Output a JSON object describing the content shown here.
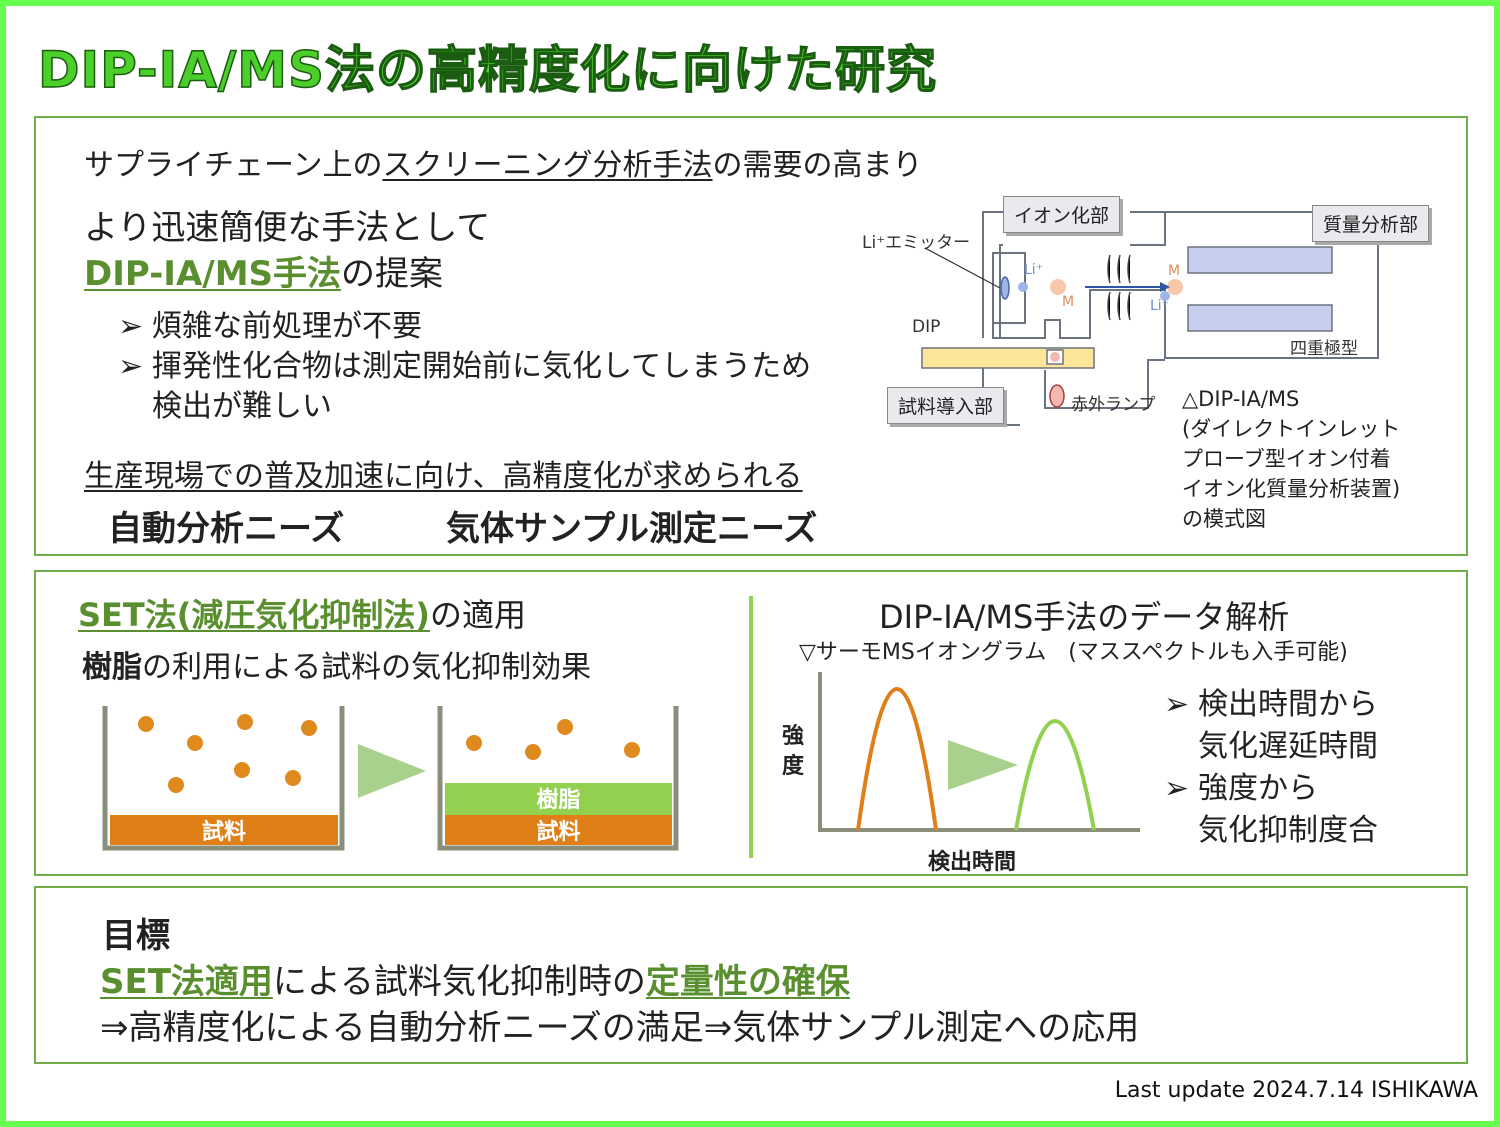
{
  "title": "DIP-IA/MS法の高精度化に向けた研究",
  "panel1": {
    "line1_pre": "サプライチェーン上の",
    "line1_ul": "スクリーニング分析手法",
    "line1_post": "の需要の高まり",
    "line2": "より迅速簡便な手法として",
    "line3_method": "DIP-IA/MS手法",
    "line3_post": "の提案",
    "bullet1": "煩雑な前処理が不要",
    "bullet2": "揮発性化合物は測定開始前に気化してしまうため",
    "bullet2_cont": "検出が難しい",
    "bullet_glyph": "➢",
    "line4": "生産現場での普及加速に向け、高精度化が求められる",
    "need1": "自動分析ニーズ",
    "need2": "気体サンプル測定ニーズ"
  },
  "diagram": {
    "tag_ion": "イオン化部",
    "tag_mass": "質量分析部",
    "tag_sample": "試料導入部",
    "emitter": "Li⁺エミッター",
    "dip": "DIP",
    "li_label": "Li⁺",
    "m_label": "M",
    "quad": "四重極型",
    "ir_lamp": "赤外ランプ",
    "caption": [
      "△DIP-IA/MS",
      "(ダイレクトインレット",
      "プローブ型イオン付着",
      "イオン化質量分析装置)",
      "の模式図"
    ]
  },
  "panel2": {
    "heading_method": "SET法(減圧気化抑制法)",
    "heading_post": "の適用",
    "sub_bold": "樹脂",
    "sub_post": "の利用による試料の気化抑制効果",
    "beaker_sample": "試料",
    "beaker_resin": "樹脂",
    "right_title": "DIP-IA/MS手法のデータ解析",
    "right_sub": "▽サーモMSイオングラム　(マススペクトルも入手可能)",
    "y_label": "強度",
    "x_label": "検出時間",
    "points": [
      "検出時間から",
      "気化遅延時間",
      "強度から",
      "気化抑制度合"
    ],
    "colors": {
      "orange": "#e07f17",
      "green": "#92d050",
      "gray": "#8a8f7a"
    }
  },
  "panel3": {
    "goal": "目標",
    "line1_a": "SET法適用",
    "line1_b": "による試料気化抑制時の",
    "line1_c": "定量性の確保",
    "line2": "⇒高精度化による自動分析ニーズの満足⇒気体サンプル測定への応用"
  },
  "footer": "Last update 2024.7.14 ISHIKAWA"
}
